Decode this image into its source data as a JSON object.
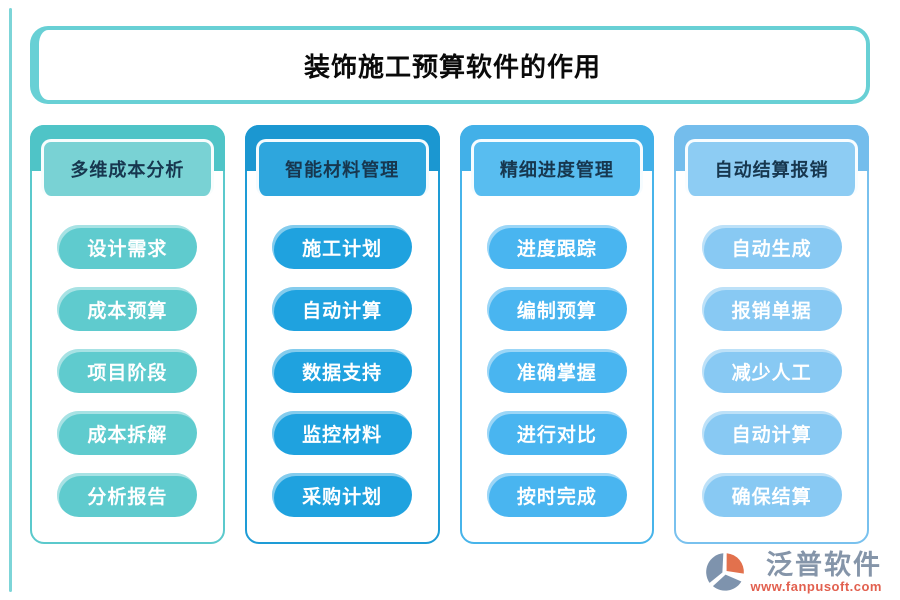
{
  "title": {
    "text": "装饰施工预算软件的作用"
  },
  "accent": {
    "line_color": "#7dd5d8",
    "title_border": "#68d0d5",
    "header_text_color": "#17374f"
  },
  "columns": [
    {
      "header": "多维成本分析",
      "items": [
        "设计需求",
        "成本预算",
        "项目阶段",
        "成本拆解",
        "分析报告"
      ],
      "colors": {
        "band": "#4fc4c7",
        "header_bg": "#79d2d4",
        "border": "#5bc9cc",
        "pill": "#5fcbce"
      }
    },
    {
      "header": "智能材料管理",
      "items": [
        "施工计划",
        "自动计算",
        "数据支持",
        "监控材料",
        "采购计划"
      ],
      "colors": {
        "band": "#1b97d1",
        "header_bg": "#2ea6dd",
        "border": "#1e9cd6",
        "pill": "#1fa2df"
      }
    },
    {
      "header": "精细进度管理",
      "items": [
        "进度跟踪",
        "编制预算",
        "准确掌握",
        "进行对比",
        "按时完成"
      ],
      "colors": {
        "band": "#42b0e8",
        "header_bg": "#58bdf0",
        "border": "#47b4ea",
        "pill": "#49b5f0"
      }
    },
    {
      "header": "自动结算报销",
      "items": [
        "自动生成",
        "报销单据",
        "减少人工",
        "自动计算",
        "确保结算"
      ],
      "colors": {
        "band": "#74bdec",
        "header_bg": "#8dccf3",
        "border": "#79c1ee",
        "pill": "#88c9f3"
      }
    }
  ],
  "footer": {
    "brand": "泛普软件",
    "url": "www.fanpusoft.com",
    "brand_color": "#8595a9",
    "url_color": "#e2604f",
    "logo_gray": "#7e93ad",
    "logo_orange": "#e2714d"
  }
}
